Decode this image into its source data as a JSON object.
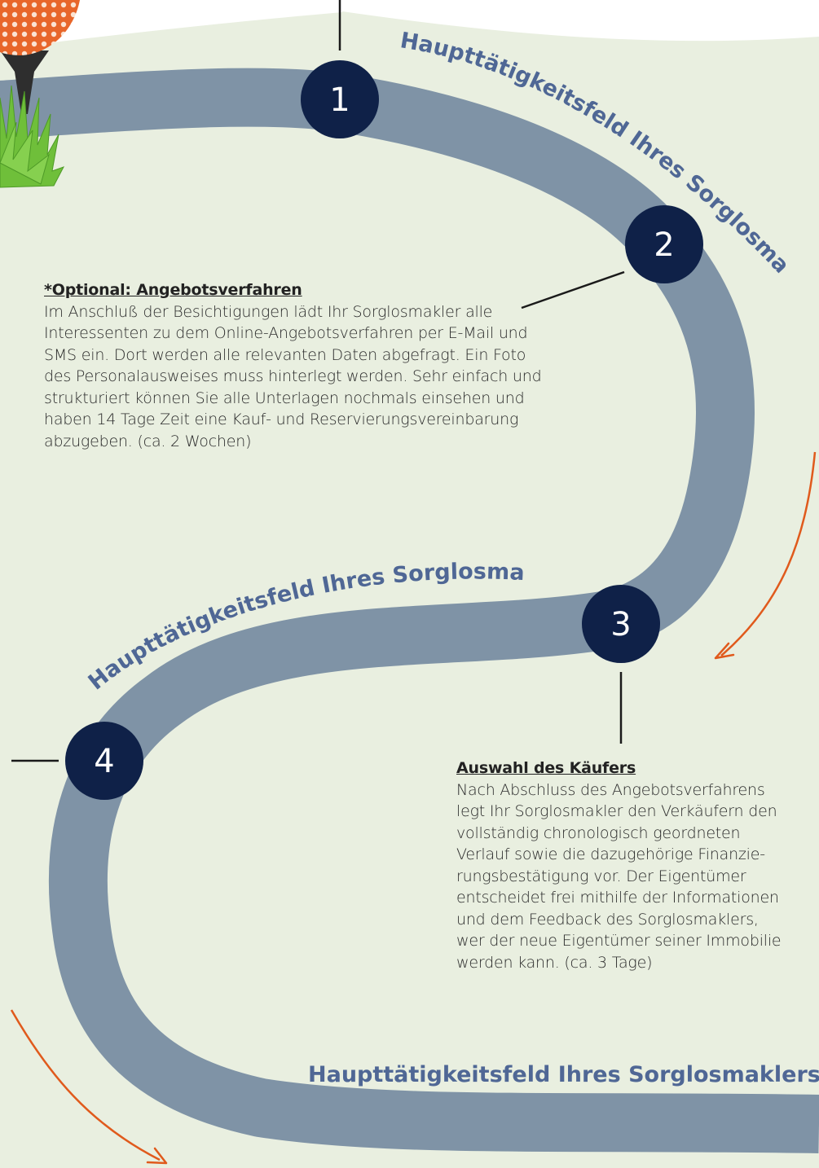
{
  "colors": {
    "background": "#ffffff",
    "field": "#e9efe0",
    "road": "#7f93a6",
    "step_circle": "#0f2148",
    "label": "#4f6795",
    "arrow": "#e05a1c",
    "ball": "#e8662a",
    "grass": "#6fbf3a"
  },
  "icons": [
    "golf-ball-icon",
    "golf-tee-icon",
    "grass-icon",
    "arrow-icon"
  ],
  "path_labels": [
    "Haupttätigkeitsfeld Ihres Sorglosmaklers",
    "Haupttätigkeitsfeld Ihres Sorglosmaklers",
    "Haupttätigkeitsfeld Ihres Sorglosmaklers"
  ],
  "steps": [
    {
      "number": "1"
    },
    {
      "number": "2"
    },
    {
      "number": "3"
    },
    {
      "number": "4"
    }
  ],
  "blocks": {
    "optional": {
      "title": "*Optional: Angebotsverfahren",
      "lines": [
        "Im Anschluß der Besichtigungen lädt Ihr Sorglosmakler alle",
        "Interessenten zu dem Online-Angebotsverfahren per E-Mail und",
        "SMS ein. Dort werden alle relevanten Daten abgefragt. Ein Foto",
        "des Personalausweises muss hinterlegt werden. Sehr einfach und",
        "strukturiert können Sie alle Unterlagen nochmals einsehen und",
        "haben 14 Tage Zeit eine Kauf- und Reservierungsvereinbarung",
        "abzugeben. (ca. 2 Wochen)"
      ]
    },
    "auswahl": {
      "title": "Auswahl des Käufers",
      "lines": [
        "Nach Abschluss des Angebotsverfahrens",
        "legt Ihr Sorglosmakler den Verkäufern den",
        "vollständig chronologisch geordneten",
        "Verlauf sowie die dazugehörige Finanzie-",
        "rungsbestätigung vor. Der Eigentümer",
        "entscheidet frei mithilfe der Informationen",
        "und dem Feedback des Sorglosmaklers,",
        "wer der neue Eigentümer seiner Immobilie",
        "werden kann. (ca. 3 Tage)"
      ]
    }
  }
}
